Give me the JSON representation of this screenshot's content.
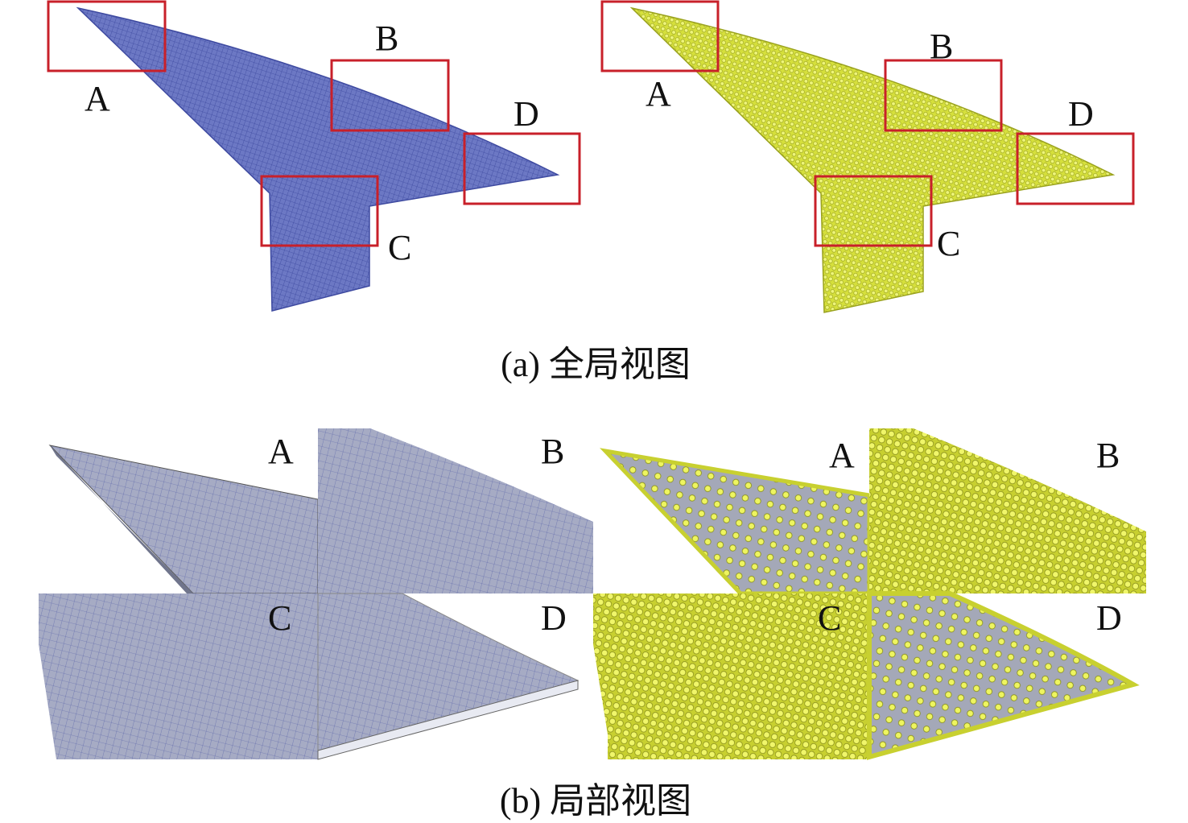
{
  "figure": {
    "global_view": {
      "caption": "(a) 全局视图",
      "left_panel": {
        "mesh_color": "#5a66b8",
        "region_labels": [
          "A",
          "B",
          "C",
          "D"
        ]
      },
      "right_panel": {
        "mesh_color": "#d8e23a",
        "region_labels": [
          "A",
          "B",
          "C",
          "D"
        ]
      },
      "box_color": "#c8202a"
    },
    "local_view": {
      "caption": "(b) 局部视图",
      "left_tiles": [
        "A",
        "B",
        "C",
        "D"
      ],
      "right_tiles": [
        "A",
        "B",
        "C",
        "D"
      ]
    }
  }
}
